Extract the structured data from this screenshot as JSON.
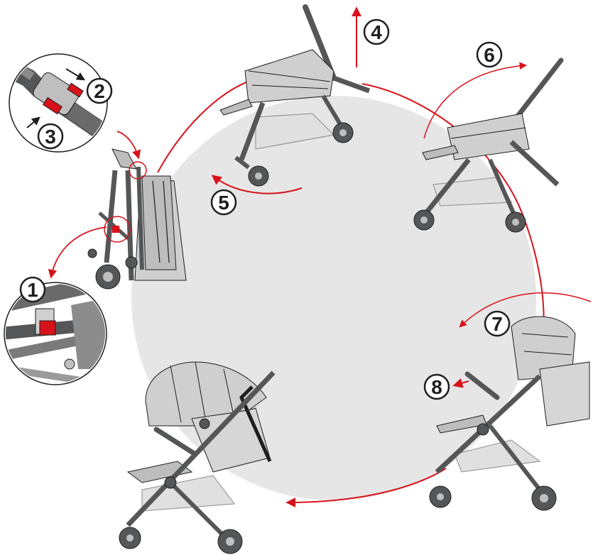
{
  "colors": {
    "accent_red": "#d8121b",
    "frame_dark": "#555657",
    "fabric_gray": "#cfcfcf",
    "background_circle": "#e6e6e6",
    "outline": "#1e1e1e"
  },
  "steps": [
    {
      "label": "1",
      "icon": "release-latch"
    },
    {
      "label": "2",
      "icon": "press-button"
    },
    {
      "label": "3",
      "icon": "slide-lock"
    },
    {
      "label": "4",
      "icon": "arrow-up"
    },
    {
      "label": "5",
      "icon": "arrow-curve-left"
    },
    {
      "label": "6",
      "icon": "arrow-curve-right"
    },
    {
      "label": "7",
      "icon": "arrow-curve-left"
    },
    {
      "label": "8",
      "icon": "arrow-left"
    }
  ],
  "illustrations": [
    "stroller-folded",
    "stroller-unfolding-frame-raised",
    "stroller-seat-lifting",
    "stroller-canopy-folded",
    "stroller-fully-open",
    "detail-handle-lock",
    "detail-frame-latch"
  ]
}
